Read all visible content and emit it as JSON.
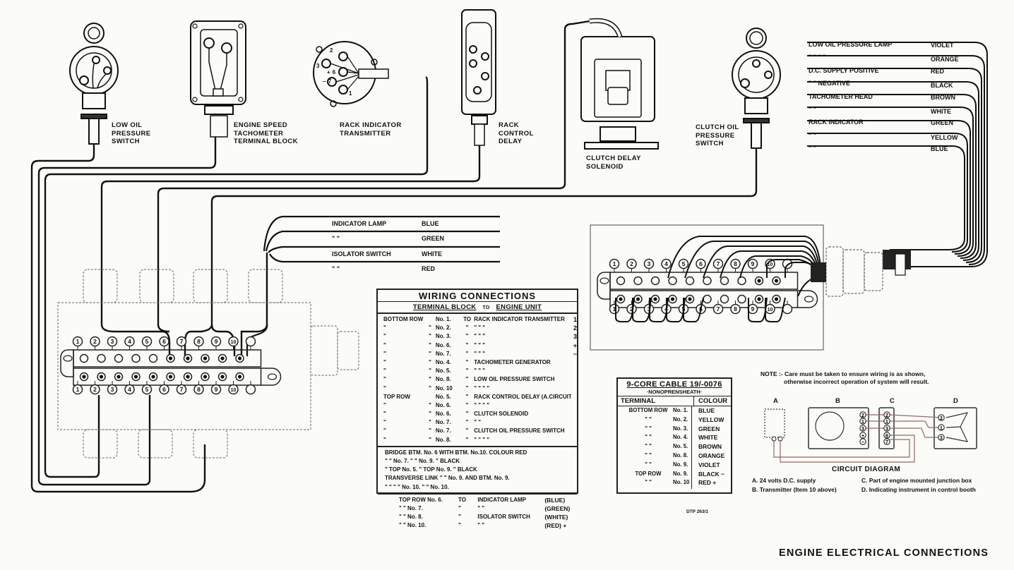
{
  "title": "ENGINE ELECTRICAL CONNECTIONS",
  "drawing_ref": "DTP 263/1",
  "components": {
    "low_oil_pressure_switch": "LOW OIL\nPRESSURE\nSWITCH",
    "engine_speed_tachometer": "ENGINE SPEED\nTACHOMETER\nTERMINAL BLOCK",
    "rack_indicator_transmitter": "RACK INDICATOR\nTRANSMITTER",
    "rack_control_delay": "RACK\nCONTROL\nDELAY",
    "clutch_delay_solenoid": "CLUTCH DELAY\nSOLENOID",
    "clutch_oil_pressure_switch": "CLUTCH OIL\nPRESSURE\nSWITCH",
    "transmitter_terminals": [
      "2",
      "3",
      "+ 6",
      "− 7",
      "1"
    ]
  },
  "cable_legend": [
    {
      "label": "LOW OIL PRESSURE LAMP",
      "colour": "VIOLET"
    },
    {
      "label": "\"      \"       \"        \"",
      "colour": "ORANGE"
    },
    {
      "label": "D.C. SUPPLY  POSITIVE",
      "colour": "RED"
    },
    {
      "label": "\"     \"             NEGATIVE",
      "colour": "BLACK"
    },
    {
      "label": "TACHOMETER HEAD",
      "colour": "BROWN"
    },
    {
      "label": "         \"              \"",
      "colour": "WHITE"
    },
    {
      "label": "RACK INDICATOR",
      "colour": "GREEN"
    },
    {
      "label": "  \"          \"",
      "colour": "YELLOW"
    },
    {
      "label": "  \"          \"",
      "colour": "BLUE"
    }
  ],
  "lamp_wires": [
    {
      "label": "INDICATOR LAMP",
      "colour": "BLUE"
    },
    {
      "label": "     \"          \"",
      "colour": "GREEN"
    },
    {
      "label": "ISOLATOR SWITCH",
      "colour": "WHITE"
    },
    {
      "label": "     \"          \"",
      "colour": "RED"
    }
  ],
  "terminal_numbers": [
    "1",
    "2",
    "3",
    "4",
    "5",
    "6",
    "7",
    "8",
    "9",
    "10"
  ],
  "wiring_connections": {
    "title": "WIRING CONNECTIONS",
    "subtitle_from": "TERMINAL BLOCK",
    "subtitle_to_word": "TO",
    "subtitle_to": "ENGINE UNIT",
    "section1": [
      [
        "BOTTOM ROW",
        "",
        "No. 1.",
        "TO",
        "RACK INDICATOR TRANSMITTER",
        "1"
      ],
      [
        "\"",
        "\"",
        "No. 2.",
        "\"",
        "\"            \"                  \"",
        "2"
      ],
      [
        "\"",
        "\"",
        "No. 3.",
        "\"",
        "\"            \"                  \"",
        "3"
      ],
      [
        "\"",
        "\"",
        "No. 6.",
        "\"",
        "\"            \"                  \"",
        "+"
      ],
      [
        "\"",
        "\"",
        "No. 7.",
        "\"",
        "\"            \"                  \"",
        "−"
      ],
      [
        "\"",
        "\"",
        "No. 4.",
        "\"",
        "TACHOMETER GENERATOR",
        ""
      ],
      [
        "\"",
        "\"",
        "No. 5.",
        "\"",
        "  \"      \"               \"",
        ""
      ],
      [
        "\"",
        "\"",
        "No. 8.",
        "\"",
        "LOW OIL PRESSURE SWITCH",
        ""
      ],
      [
        "\"",
        "\"",
        "No. 10",
        "\"",
        "  \"     \"       \"         \"",
        ""
      ],
      [
        "TOP ROW",
        "",
        "No. 5.",
        "\"",
        "RACK CONTROL DELAY (A.CIRCUIT)",
        ""
      ],
      [
        "\"",
        "\"",
        "No. 6.",
        "\"",
        "  \"       \"       \"       \"",
        ""
      ],
      [
        "\"",
        "\"",
        "No. 6.",
        "\"",
        "CLUTCH SOLENOID",
        ""
      ],
      [
        "\"",
        "\"",
        "No. 7.",
        "\"",
        "    \"         \"",
        ""
      ],
      [
        "\"",
        "\"",
        "No. 7.",
        "\"",
        "CLUTCH OIL PRESSURE SWITCH",
        ""
      ],
      [
        "\"",
        "\"",
        "No. 8.",
        "\"",
        "  \"     \"      \"        \"",
        ""
      ]
    ],
    "section2": [
      "BRIDGE  BTM. No. 6   WITH   BTM. No.10.       COLOUR    RED",
      "   \"        \"    No. 7.     \"        \"   No. 9.             \"         BLACK",
      "   \"      TOP  No. 5.     \"      TOP  No. 9.              \"         BLACK",
      "  TRANSVERSE LINK    \"        \"  No. 9. AND BTM. No. 9.",
      "        \"             \"        \"        \"  No. 10.  \"     \"   No. 10."
    ],
    "section3": [
      [
        "TOP ROW No. 6.",
        "TO",
        "INDICATOR LAMP",
        "(BLUE)"
      ],
      [
        "  \"     \"   No. 7.",
        "\"",
        "     \"          \"",
        "(GREEN)"
      ],
      [
        "  \"     \"   No. 8.",
        "\"",
        "ISOLATOR SWITCH",
        "(WHITE)"
      ],
      [
        "  \"     \"   No. 10.",
        "\"",
        "     \"          \"",
        "(RED) +"
      ]
    ]
  },
  "cable_table": {
    "title": "9-CORE CABLE 19/-0076",
    "subtitle": "·NONOPRENSHEATH·",
    "col_terminal": "TERMINAL",
    "col_colour": "COLOUR",
    "rows": [
      [
        "BOTTOM ROW",
        "No. 1.",
        "BLUE"
      ],
      [
        "\"          \"",
        "No. 2.",
        "YELLOW"
      ],
      [
        "\"          \"",
        "No. 3.",
        "GREEN"
      ],
      [
        "\"          \"",
        "No. 4.",
        "WHITE"
      ],
      [
        "\"          \"",
        "No. 5.",
        "BROWN"
      ],
      [
        "\"          \"",
        "No. 8.",
        "ORANGE"
      ],
      [
        "\"          \"",
        "No. 9.",
        "VIOLET"
      ],
      [
        "TOP ROW",
        "No. 9.",
        "BLACK −"
      ],
      [
        "\"          \"",
        "No. 10",
        "RED    +"
      ]
    ]
  },
  "note": "NOTE :- Care must be taken to ensure wiring is as shown,\n              otherwise incorrect operation of system will result.",
  "circuit_diagram": {
    "title": "CIRCUIT DIAGRAM",
    "block_labels": [
      "A",
      "B",
      "C",
      "D"
    ],
    "b_terminals": [
      "2",
      "1",
      "3",
      "+",
      "−"
    ],
    "c_terminals": [
      "2",
      "1",
      "3",
      "6",
      "7"
    ],
    "d_terminals": [
      "2",
      "1",
      "3"
    ],
    "legend": [
      "A. 24 volts D.C. supply",
      "B. Transmitter (Item 10 above)",
      "C. Part of engine mounted junction box",
      "D. Indicating instrument in control booth"
    ]
  }
}
